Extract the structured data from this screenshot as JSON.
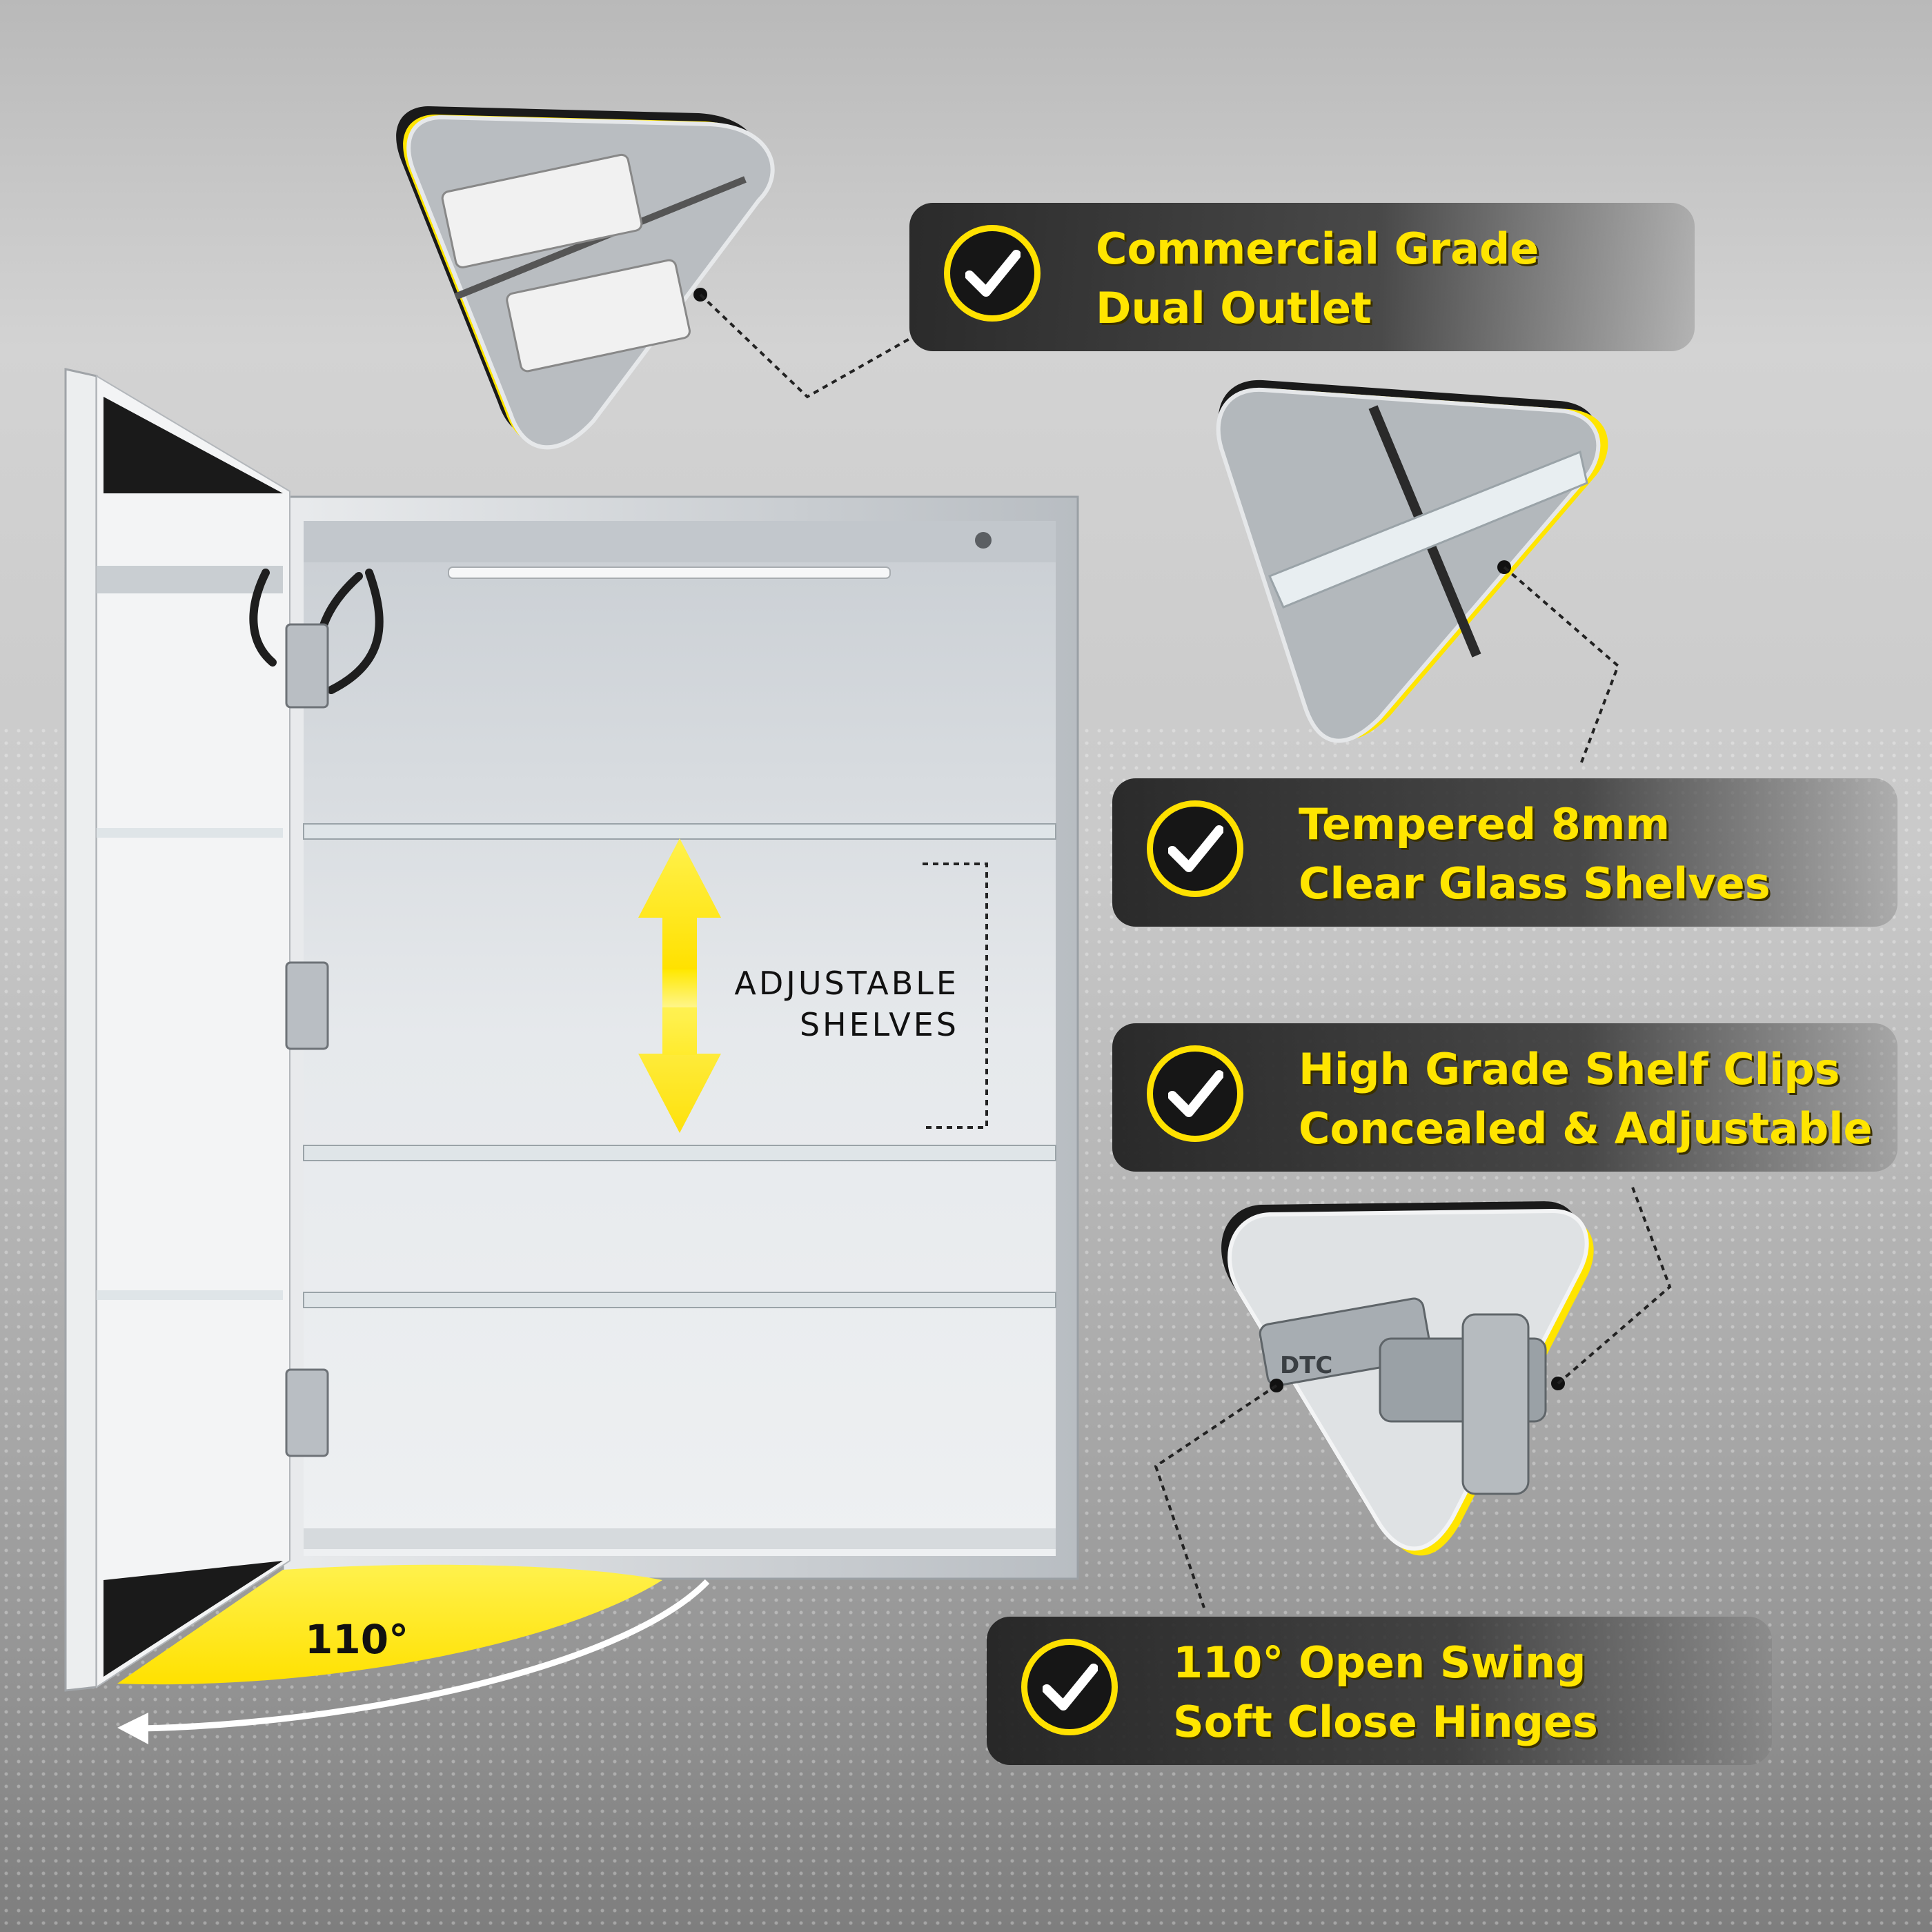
{
  "features": [
    {
      "lines": [
        "Commercial Grade",
        "Dual Outlet"
      ]
    },
    {
      "lines": [
        "Tempered 8mm",
        "Clear Glass Shelves"
      ]
    },
    {
      "lines": [
        "High Grade Shelf Clips",
        "Concealed & Adjustable"
      ]
    },
    {
      "lines": [
        "110° Open Swing",
        "Soft Close Hinges"
      ]
    }
  ],
  "callout": {
    "line1": "ADJUSTABLE",
    "line2": "SHELVES"
  },
  "angle_label": "110°",
  "hinge_brand": "DTC",
  "icons": {
    "check": "check-icon",
    "arrow": "adjust-arrow-icon",
    "swing": "swing-arrow-icon"
  },
  "colors": {
    "accent": "#ffe500",
    "badge": "#222222"
  }
}
